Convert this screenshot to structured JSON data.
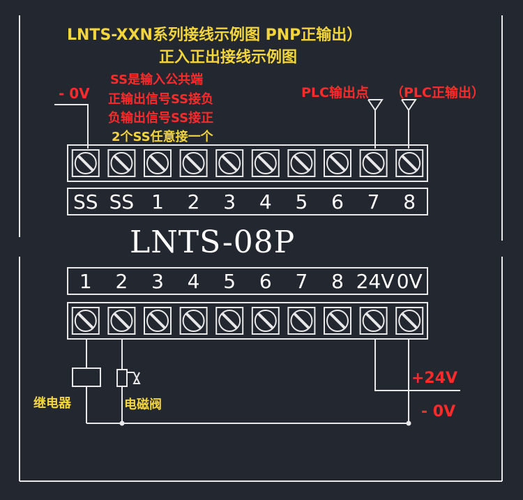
{
  "title": {
    "line1": "LNTS-XXN系列接线示例图 PNP正输出）",
    "line2": "正入正出接线示例图"
  },
  "notes": {
    "ss_common": "SS是输入公共端",
    "pos_output": "正输出信号SS接负",
    "neg_output": "负输出信号SS接正",
    "either_ss": "2个SS任意接一个"
  },
  "labels": {
    "neg_0v_top": "- 0V",
    "plc_output_point": "PLC输出点",
    "plc_positive_output": "（PLC正输出）",
    "model": "LNTS-08P",
    "relay": "继电器",
    "solenoid_valve": "电磁阀",
    "plus_24v": "+24V",
    "neg_0v_bottom": "- 0V"
  },
  "top_terminals": [
    "SS",
    "SS",
    "1",
    "2",
    "3",
    "4",
    "5",
    "6",
    "7",
    "8"
  ],
  "bottom_terminals": [
    "1",
    "2",
    "3",
    "4",
    "5",
    "6",
    "7",
    "8",
    "24V",
    "0V"
  ],
  "colors": {
    "background": "#232730",
    "line": "#e8e8e8",
    "title": "#f2d53c",
    "annotation": "#ff2a2a"
  }
}
